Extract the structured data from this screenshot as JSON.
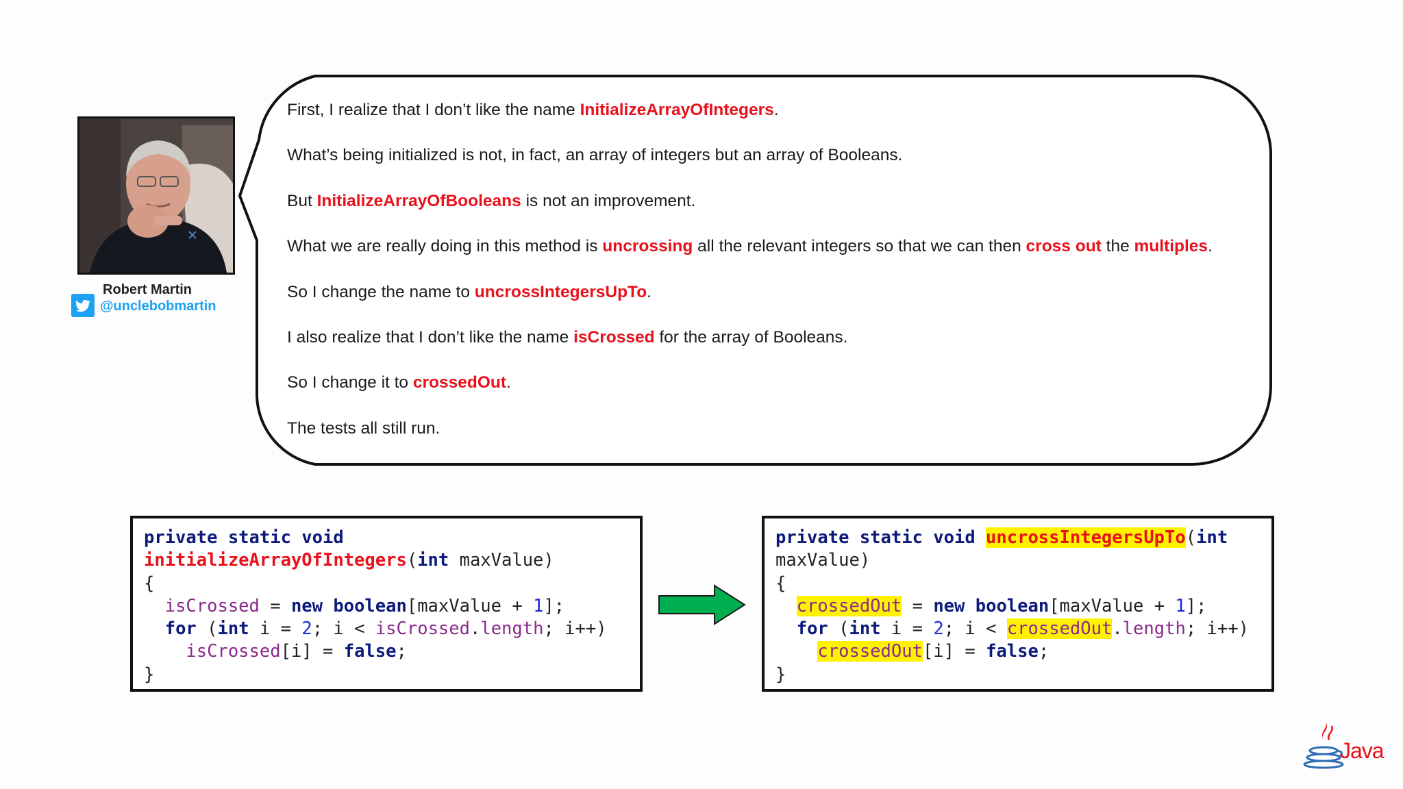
{
  "author": {
    "name": "Robert Martin",
    "handle": "@unclebobmartin"
  },
  "bubble": {
    "lines": [
      [
        {
          "t": "First, I realize that I don’t like the name "
        },
        {
          "t": "InitializeArrayOfIntegers",
          "h": true
        },
        {
          "t": "."
        }
      ],
      [
        {
          "t": "What’s being initialized is not, in fact, an array of integers but an array of Booleans."
        }
      ],
      [
        {
          "t": "But "
        },
        {
          "t": "InitializeArrayOfBooleans",
          "h": true
        },
        {
          "t": " is not an improvement."
        }
      ],
      [
        {
          "t": "What we are really doing in this method is "
        },
        {
          "t": "uncrossing",
          "h": true
        },
        {
          "t": " all the relevant integers so that we can then "
        },
        {
          "t": "cross out",
          "h": true
        },
        {
          "t": " the "
        },
        {
          "t": "multiples",
          "h": true
        },
        {
          "t": "."
        }
      ],
      [
        {
          "t": "So I change the name to "
        },
        {
          "t": "uncrossIntegersUpTo",
          "h": true
        },
        {
          "t": "."
        }
      ],
      [
        {
          "t": "I also realize that I don’t like the name "
        },
        {
          "t": "isCrossed",
          "h": true
        },
        {
          "t": " for the array of Booleans."
        }
      ],
      [
        {
          "t": "So I change it to "
        },
        {
          "t": "crossedOut",
          "h": true
        },
        {
          "t": "."
        }
      ],
      [
        {
          "t": "The tests all still run."
        }
      ]
    ]
  },
  "code_before": [
    [
      {
        "t": "private static void",
        "c": "kw"
      }
    ],
    [
      {
        "t": "initializeArrayOfIntegers",
        "c": "fn"
      },
      {
        "t": "(",
        "c": "plain"
      },
      {
        "t": "int",
        "c": "kw"
      },
      {
        "t": " maxValue)",
        "c": "plain"
      }
    ],
    [
      {
        "t": "{",
        "c": "plain"
      }
    ],
    [
      {
        "t": "  ",
        "c": "plain"
      },
      {
        "t": "isCrossed",
        "c": "id"
      },
      {
        "t": " = ",
        "c": "plain"
      },
      {
        "t": "new",
        "c": "kw"
      },
      {
        "t": " ",
        "c": "plain"
      },
      {
        "t": "boolean",
        "c": "kw"
      },
      {
        "t": "[maxValue + ",
        "c": "plain"
      },
      {
        "t": "1",
        "c": "num"
      },
      {
        "t": "];",
        "c": "plain"
      }
    ],
    [
      {
        "t": "  ",
        "c": "plain"
      },
      {
        "t": "for",
        "c": "kw"
      },
      {
        "t": " (",
        "c": "plain"
      },
      {
        "t": "int",
        "c": "kw"
      },
      {
        "t": " i = ",
        "c": "plain"
      },
      {
        "t": "2",
        "c": "num"
      },
      {
        "t": "; i < ",
        "c": "plain"
      },
      {
        "t": "isCrossed",
        "c": "id"
      },
      {
        "t": ".",
        "c": "plain"
      },
      {
        "t": "length",
        "c": "id"
      },
      {
        "t": "; i++)",
        "c": "plain"
      }
    ],
    [
      {
        "t": "    ",
        "c": "plain"
      },
      {
        "t": "isCrossed",
        "c": "id"
      },
      {
        "t": "[i] = ",
        "c": "plain"
      },
      {
        "t": "false",
        "c": "kw"
      },
      {
        "t": ";",
        "c": "plain"
      }
    ],
    [
      {
        "t": "}",
        "c": "plain"
      }
    ]
  ],
  "code_after": [
    [
      {
        "t": "private static void ",
        "c": "kw"
      },
      {
        "t": "uncrossIntegersUpTo",
        "c": "mark-fn"
      },
      {
        "t": "(",
        "c": "plain"
      },
      {
        "t": "int",
        "c": "kw"
      }
    ],
    [
      {
        "t": "maxValue)",
        "c": "plain"
      }
    ],
    [
      {
        "t": "{",
        "c": "plain"
      }
    ],
    [
      {
        "t": "  ",
        "c": "plain"
      },
      {
        "t": "crossedOut",
        "c": "mark"
      },
      {
        "t": " = ",
        "c": "plain"
      },
      {
        "t": "new",
        "c": "kw"
      },
      {
        "t": " ",
        "c": "plain"
      },
      {
        "t": "boolean",
        "c": "kw"
      },
      {
        "t": "[maxValue + ",
        "c": "plain"
      },
      {
        "t": "1",
        "c": "num"
      },
      {
        "t": "];",
        "c": "plain"
      }
    ],
    [
      {
        "t": "  ",
        "c": "plain"
      },
      {
        "t": "for",
        "c": "kw"
      },
      {
        "t": " (",
        "c": "plain"
      },
      {
        "t": "int",
        "c": "kw"
      },
      {
        "t": " i = ",
        "c": "plain"
      },
      {
        "t": "2",
        "c": "num"
      },
      {
        "t": "; i < ",
        "c": "plain"
      },
      {
        "t": "crossedOut",
        "c": "mark"
      },
      {
        "t": ".",
        "c": "plain"
      },
      {
        "t": "length",
        "c": "id"
      },
      {
        "t": "; i++)",
        "c": "plain"
      }
    ],
    [
      {
        "t": "    ",
        "c": "plain"
      },
      {
        "t": "crossedOut",
        "c": "mark"
      },
      {
        "t": "[i] = ",
        "c": "plain"
      },
      {
        "t": "false",
        "c": "kw"
      },
      {
        "t": ";",
        "c": "plain"
      }
    ],
    [
      {
        "t": "}",
        "c": "plain"
      }
    ]
  ],
  "logo": {
    "label": "Java",
    "icon": "java-cup-icon"
  },
  "colors": {
    "highlight_text": "#e8111c",
    "twitter": "#1da1f2",
    "arrow": "#00b050",
    "code_highlight": "#fff200"
  }
}
